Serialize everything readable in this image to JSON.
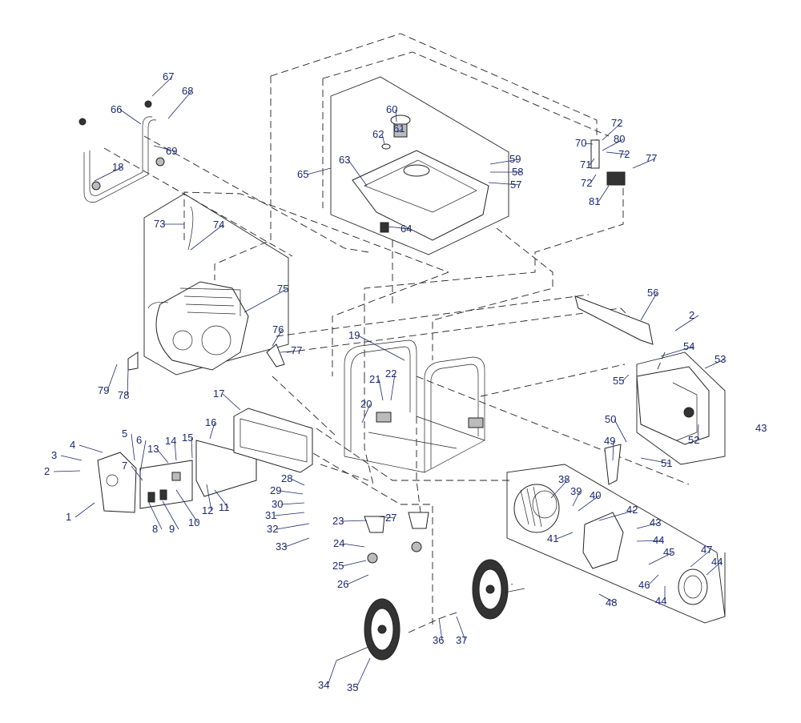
{
  "diagram": {
    "type": "exploded-parts-diagram",
    "callouts": [
      "1",
      "2",
      "3",
      "4",
      "5",
      "6",
      "7",
      "8",
      "9",
      "10",
      "11",
      "12",
      "13",
      "14",
      "15",
      "16",
      "17",
      "18",
      "19",
      "20",
      "21",
      "22",
      "23",
      "24",
      "25",
      "26",
      "27",
      "28",
      "29",
      "30",
      "31",
      "32",
      "33",
      "34",
      "35",
      "36",
      "37",
      "38",
      "39",
      "40",
      "41",
      "42",
      "43",
      "44",
      "45",
      "46",
      "47",
      "48",
      "49",
      "50",
      "51",
      "52",
      "53",
      "54",
      "55",
      "56",
      "57",
      "58",
      "59",
      "60",
      "61",
      "62",
      "63",
      "64",
      "65",
      "66",
      "67",
      "68",
      "69",
      "70",
      "71",
      "72",
      "73",
      "74",
      "75",
      "76",
      "77",
      "78",
      "79",
      "80",
      "81"
    ]
  }
}
